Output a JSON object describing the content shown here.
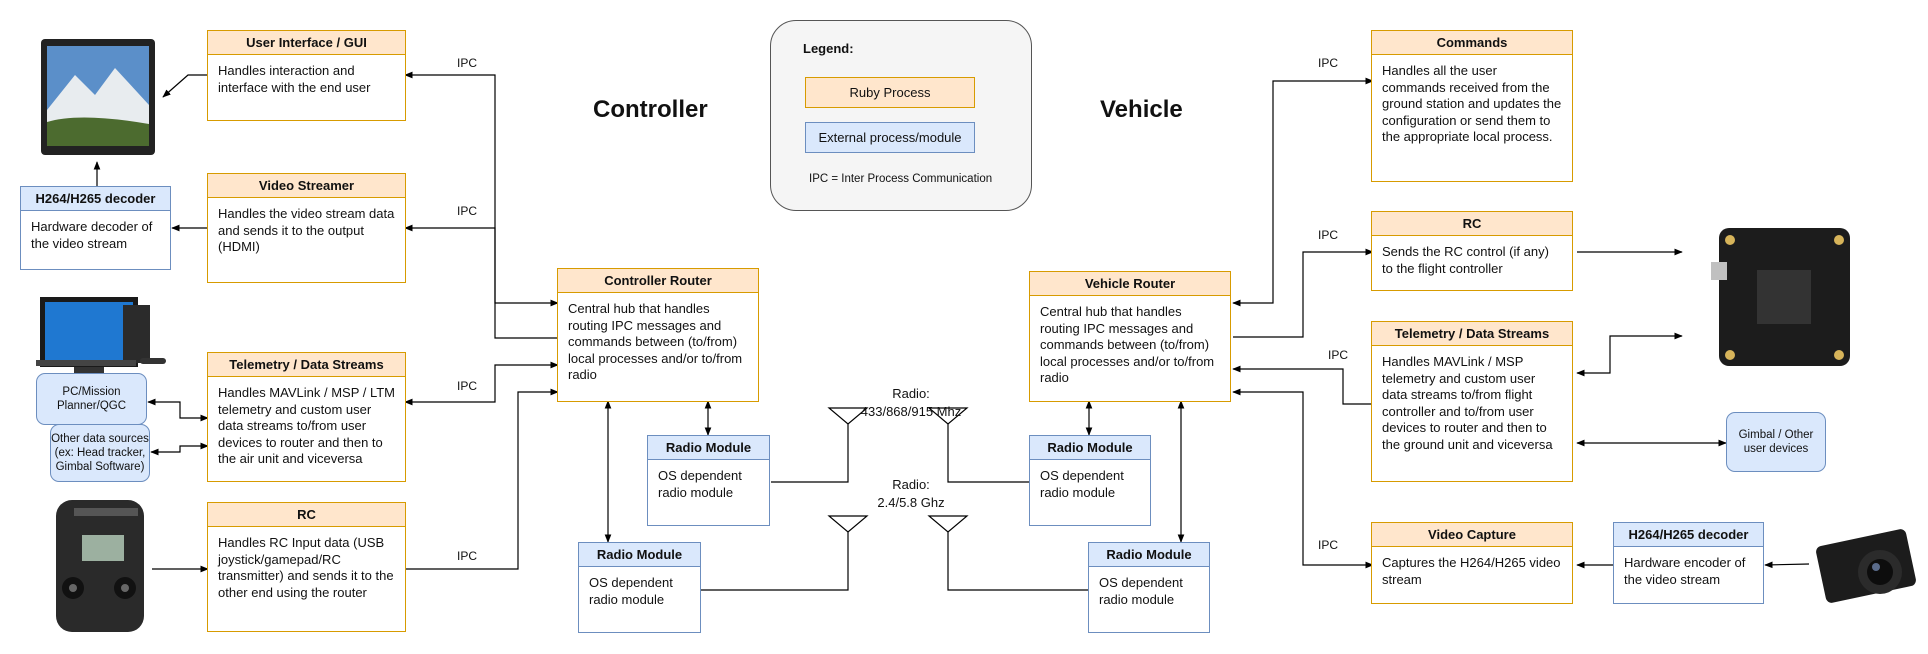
{
  "titles": {
    "controller": "Controller",
    "vehicle": "Vehicle"
  },
  "legend": {
    "title": "Legend:",
    "ruby": "Ruby Process",
    "external": "External process/module",
    "note": "IPC = Inter Process Communication"
  },
  "ipc_label": "IPC",
  "colors": {
    "ruby_fill": "#ffe6cc",
    "ruby_border": "#d79b00",
    "ext_fill": "#dae8fc",
    "ext_border": "#6c8ebf"
  },
  "boxes": {
    "ui": {
      "title": "User Interface / GUI",
      "body": "Handles interaction and interface with the end user"
    },
    "video_streamer": {
      "title": "Video Streamer",
      "body": "Handles the video stream data and sends it to the output (HDMI)"
    },
    "telemetry_ctrl": {
      "title": "Telemetry / Data Streams",
      "body": "Handles MAVLink / MSP / LTM telemetry and custom user data streams to/from user devices to router and then to the air unit and viceversa"
    },
    "rc_ctrl": {
      "title": "RC",
      "body": "Handles RC Input data (USB joystick/gamepad/RC transmitter) and sends it to the other end using the router"
    },
    "decoder_ctrl": {
      "title": "H264/H265 decoder",
      "body": "Hardware decoder of the video stream"
    },
    "controller_router": {
      "title": "Controller Router",
      "body": "Central hub that handles routing IPC messages and commands between (to/from) local processes and/or to/from radio"
    },
    "radio_c1": {
      "title": "Radio Module",
      "body": "OS dependent radio module"
    },
    "radio_c2": {
      "title": "Radio Module",
      "body": "OS dependent radio module"
    },
    "vehicle_router": {
      "title": "Vehicle Router",
      "body": "Central hub that handles routing IPC messages and commands between (to/from) local processes and/or to/from radio"
    },
    "radio_v1": {
      "title": "Radio Module",
      "body": "OS dependent radio module"
    },
    "radio_v2": {
      "title": "Radio Module",
      "body": "OS dependent radio module"
    },
    "commands": {
      "title": "Commands",
      "body": "Handles all the user commands received from the ground station and updates the configuration or send them to the appropriate local process."
    },
    "rc_vehicle": {
      "title": "RC",
      "body": "Sends the RC control (if any) to the flight controller"
    },
    "telemetry_vehicle": {
      "title": "Telemetry / Data Streams",
      "body": "Handles MAVLink / MSP telemetry and custom user data streams to/from flight controller and to/from user devices to router and then to the ground unit and viceversa"
    },
    "video_capture": {
      "title": "Video Capture",
      "body": "Captures the H264/H265 video stream"
    },
    "encoder_vehicle": {
      "title": "H264/H265 decoder",
      "body": "Hardware encoder of the video stream"
    }
  },
  "pills": {
    "pc_mission": "PC/Mission Planner/QGC",
    "other_sources": "Other data sources (ex: Head tracker, Gimbal Software)",
    "gimbal": "Gimbal / Other user devices"
  },
  "radio_labels": {
    "band1": "Radio:\n433/868/915 Mhz",
    "band2": "Radio:\n2.4/5.8 Ghz"
  },
  "icons": [
    "monitor-icon",
    "desktop-pc-icon",
    "rc-transmitter-icon",
    "flight-controller-board-icon",
    "camera-icon",
    "antenna-icon"
  ]
}
